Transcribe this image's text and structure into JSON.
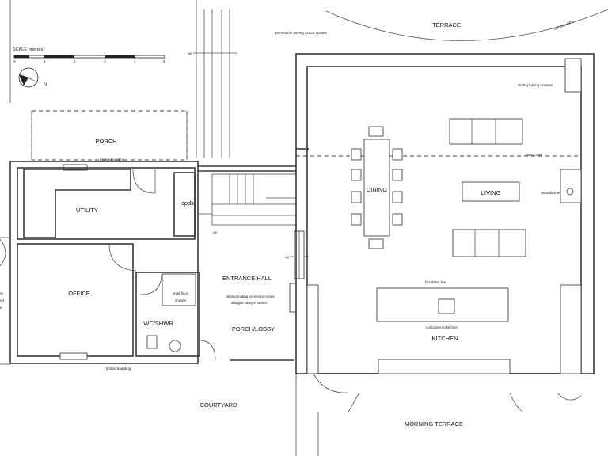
{
  "scale": {
    "title": "SCALE (metres):",
    "ticks": [
      "0",
      "1",
      "2",
      "3",
      "4",
      "5"
    ]
  },
  "north_label": "N",
  "rooms": {
    "terrace": "TERRACE",
    "porch": "PORCH",
    "utility": "UTILITY",
    "cpds": "cpds",
    "office": "OFFICE",
    "entrance_hall": "ENTRANCE HALL",
    "wc_shwr": "WC/SHWR",
    "porch_lobby": "PORCH/LOBBY",
    "dining": "DINING",
    "living": "LIVING",
    "kitchen": "KITCHEN",
    "courtyard": "COURTYARD",
    "morning_terrace": "MORNING TERRACE"
  },
  "notes": {
    "paving": "permeable paving SUDS system",
    "oak_tree": "oak tree RPA",
    "folding_screens": "sliding folding screens",
    "beam_over": "beam over",
    "woodburner": "woodburner",
    "timber_top": "timber boarding",
    "timber_bottom": "timber boarding",
    "level_floor_1": "level floor",
    "level_floor_2": "shower",
    "screen_1": "sliding folding screen to create",
    "screen_2": "draught lobby in winter",
    "breakfast_bar": "breakfast bar",
    "suntube": "suntube into kitchen",
    "up_1": "up",
    "up_2": "up",
    "up_3": "up",
    "edge_1": "re",
    "edge_2": "ed",
    "edge_3": "e"
  }
}
